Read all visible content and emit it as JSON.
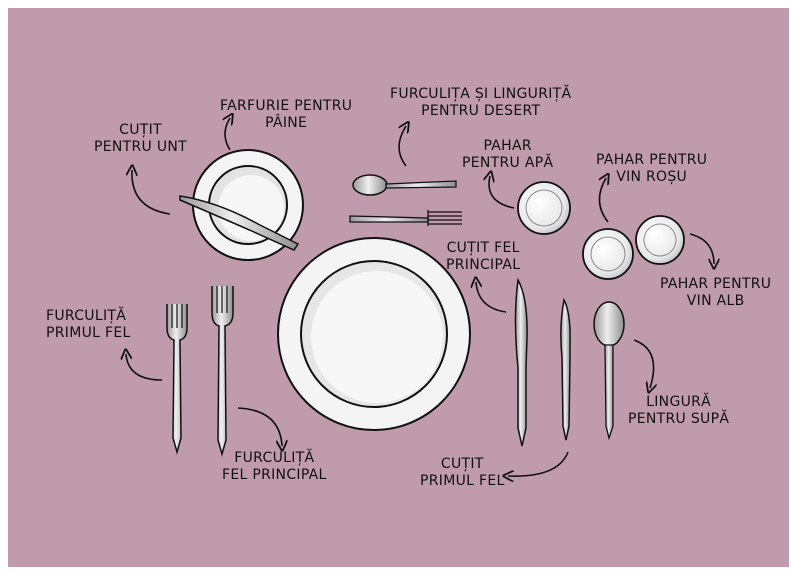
{
  "labels": {
    "butter_knife": "CUȚIT\nPENTRU UNT",
    "bread_plate": "FARFURIE PENTRU\nPÂINE",
    "dessert_cutlery": "FURCULIȚA ȘI LINGURIȚĂ\nPENTRU DESERT",
    "water_glass": "PAHAR\nPENTRU APĂ",
    "red_wine_glass": "PAHAR PENTRU\nVIN ROȘU",
    "white_wine_glass": "PAHAR PENTRU\nVIN ALB",
    "main_knife": "CUȚIT FEL\nPRINCIPAL",
    "first_course_fork": "FURCULIȚĂ\nPRIMUL FEL",
    "main_fork": "FURCULIȚĂ\nFEL PRINCIPAL",
    "first_course_knife": "CUȚIT\nPRIMUL FEL",
    "soup_spoon": "LINGURĂ\nPENTRU SUPĂ"
  },
  "colors": {
    "background": "#c09bab",
    "ink": "#111111",
    "plate": "#f2f2f2",
    "metal": "#c8c8c8"
  }
}
